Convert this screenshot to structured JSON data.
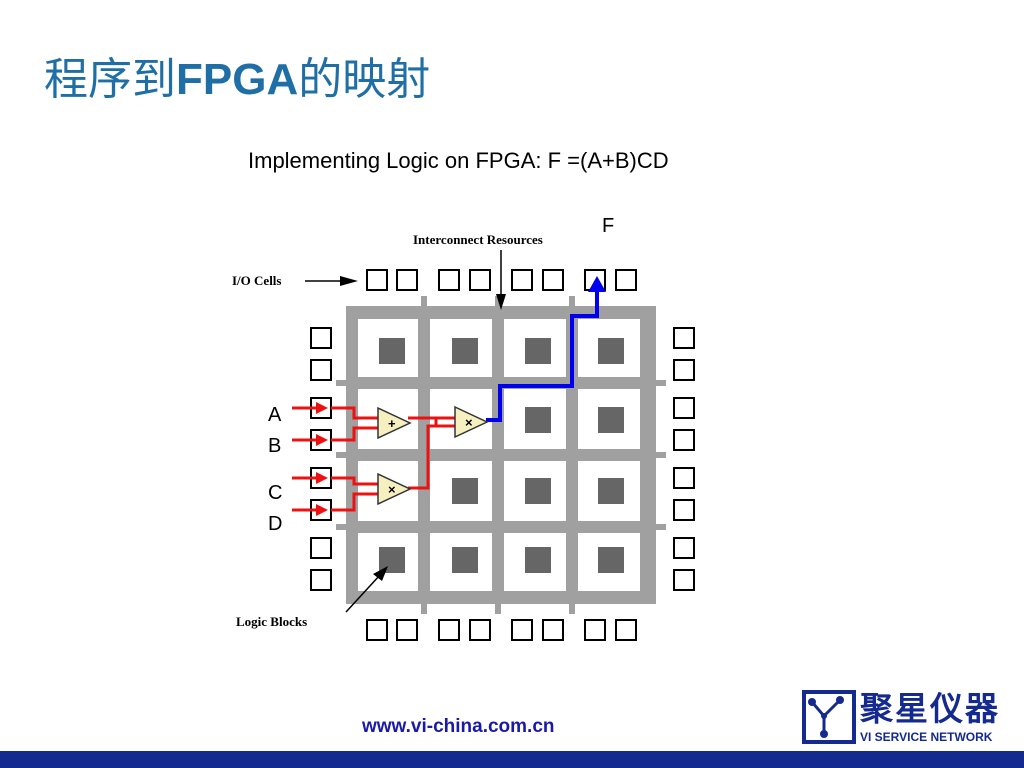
{
  "slide": {
    "title_cn_1": "程序到",
    "title_en": "FPGA",
    "title_cn_2": "的映射",
    "subtitle": "Implementing Logic on FPGA: F =(A+B)CD"
  },
  "diagram": {
    "label_interconnect": "Interconnect Resources",
    "label_io_cells": "I/O Cells",
    "label_logic_blocks": "Logic Blocks",
    "output_label": "F",
    "inputs": [
      "A",
      "B",
      "C",
      "D"
    ],
    "gate_or_symbol": "+",
    "gate_and_symbol": "×",
    "colors": {
      "grid": "#a0a0a0",
      "logic_block": "#666666",
      "routing_blue": "#0000ee",
      "routing_red": "#ee1111",
      "gate_fill": "#f6f0c0"
    }
  },
  "footer": {
    "url": "www.vi-china.com.cn",
    "logo_cn": "聚星仪器",
    "logo_en": "VI SERVICE NETWORK",
    "bar_color": "#142a8f"
  }
}
